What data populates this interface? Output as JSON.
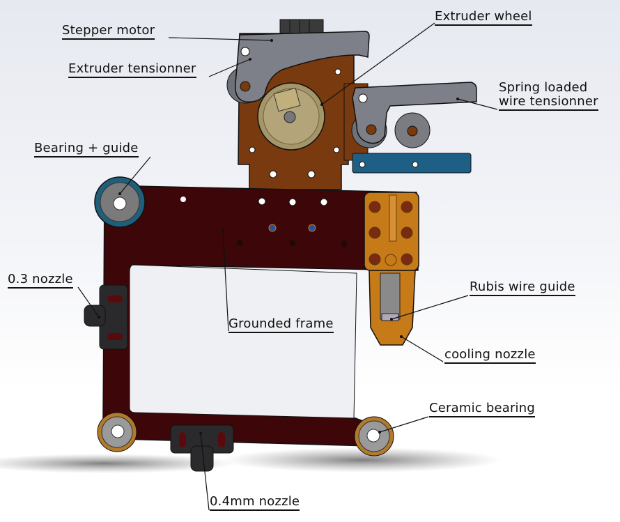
{
  "diagram": {
    "title": "Extruder assembly (CAD render)",
    "colors": {
      "frame": "#3d0608",
      "motor_plate": "#7a3a10",
      "tensioner": "#6e7178",
      "wheel": "#a5966a",
      "rail": "#1e5f86",
      "nozzle_body": "#c67a18",
      "bearing_ring": "#b27a2c",
      "bearing_blue": "#1f5f7a",
      "nozzle_mount": "#2a2a2c"
    },
    "labels": {
      "stepper_motor": "Stepper motor",
      "extruder_tensionner": "Extruder tensionner",
      "extruder_wheel": "Extruder wheel",
      "spring_loaded_line1": "Spring loaded",
      "spring_loaded_line2": "wire tensionner",
      "bearing_guide": "Bearing + guide",
      "nozzle_03": "0.3 nozzle",
      "grounded_frame": "Grounded frame",
      "rubis_wire_guide": "Rubis wire guide",
      "cooling_nozzle": "cooling nozzle",
      "ceramic_bearing": "Ceramic bearing",
      "nozzle_04mm": "0.4mm nozzle"
    }
  }
}
